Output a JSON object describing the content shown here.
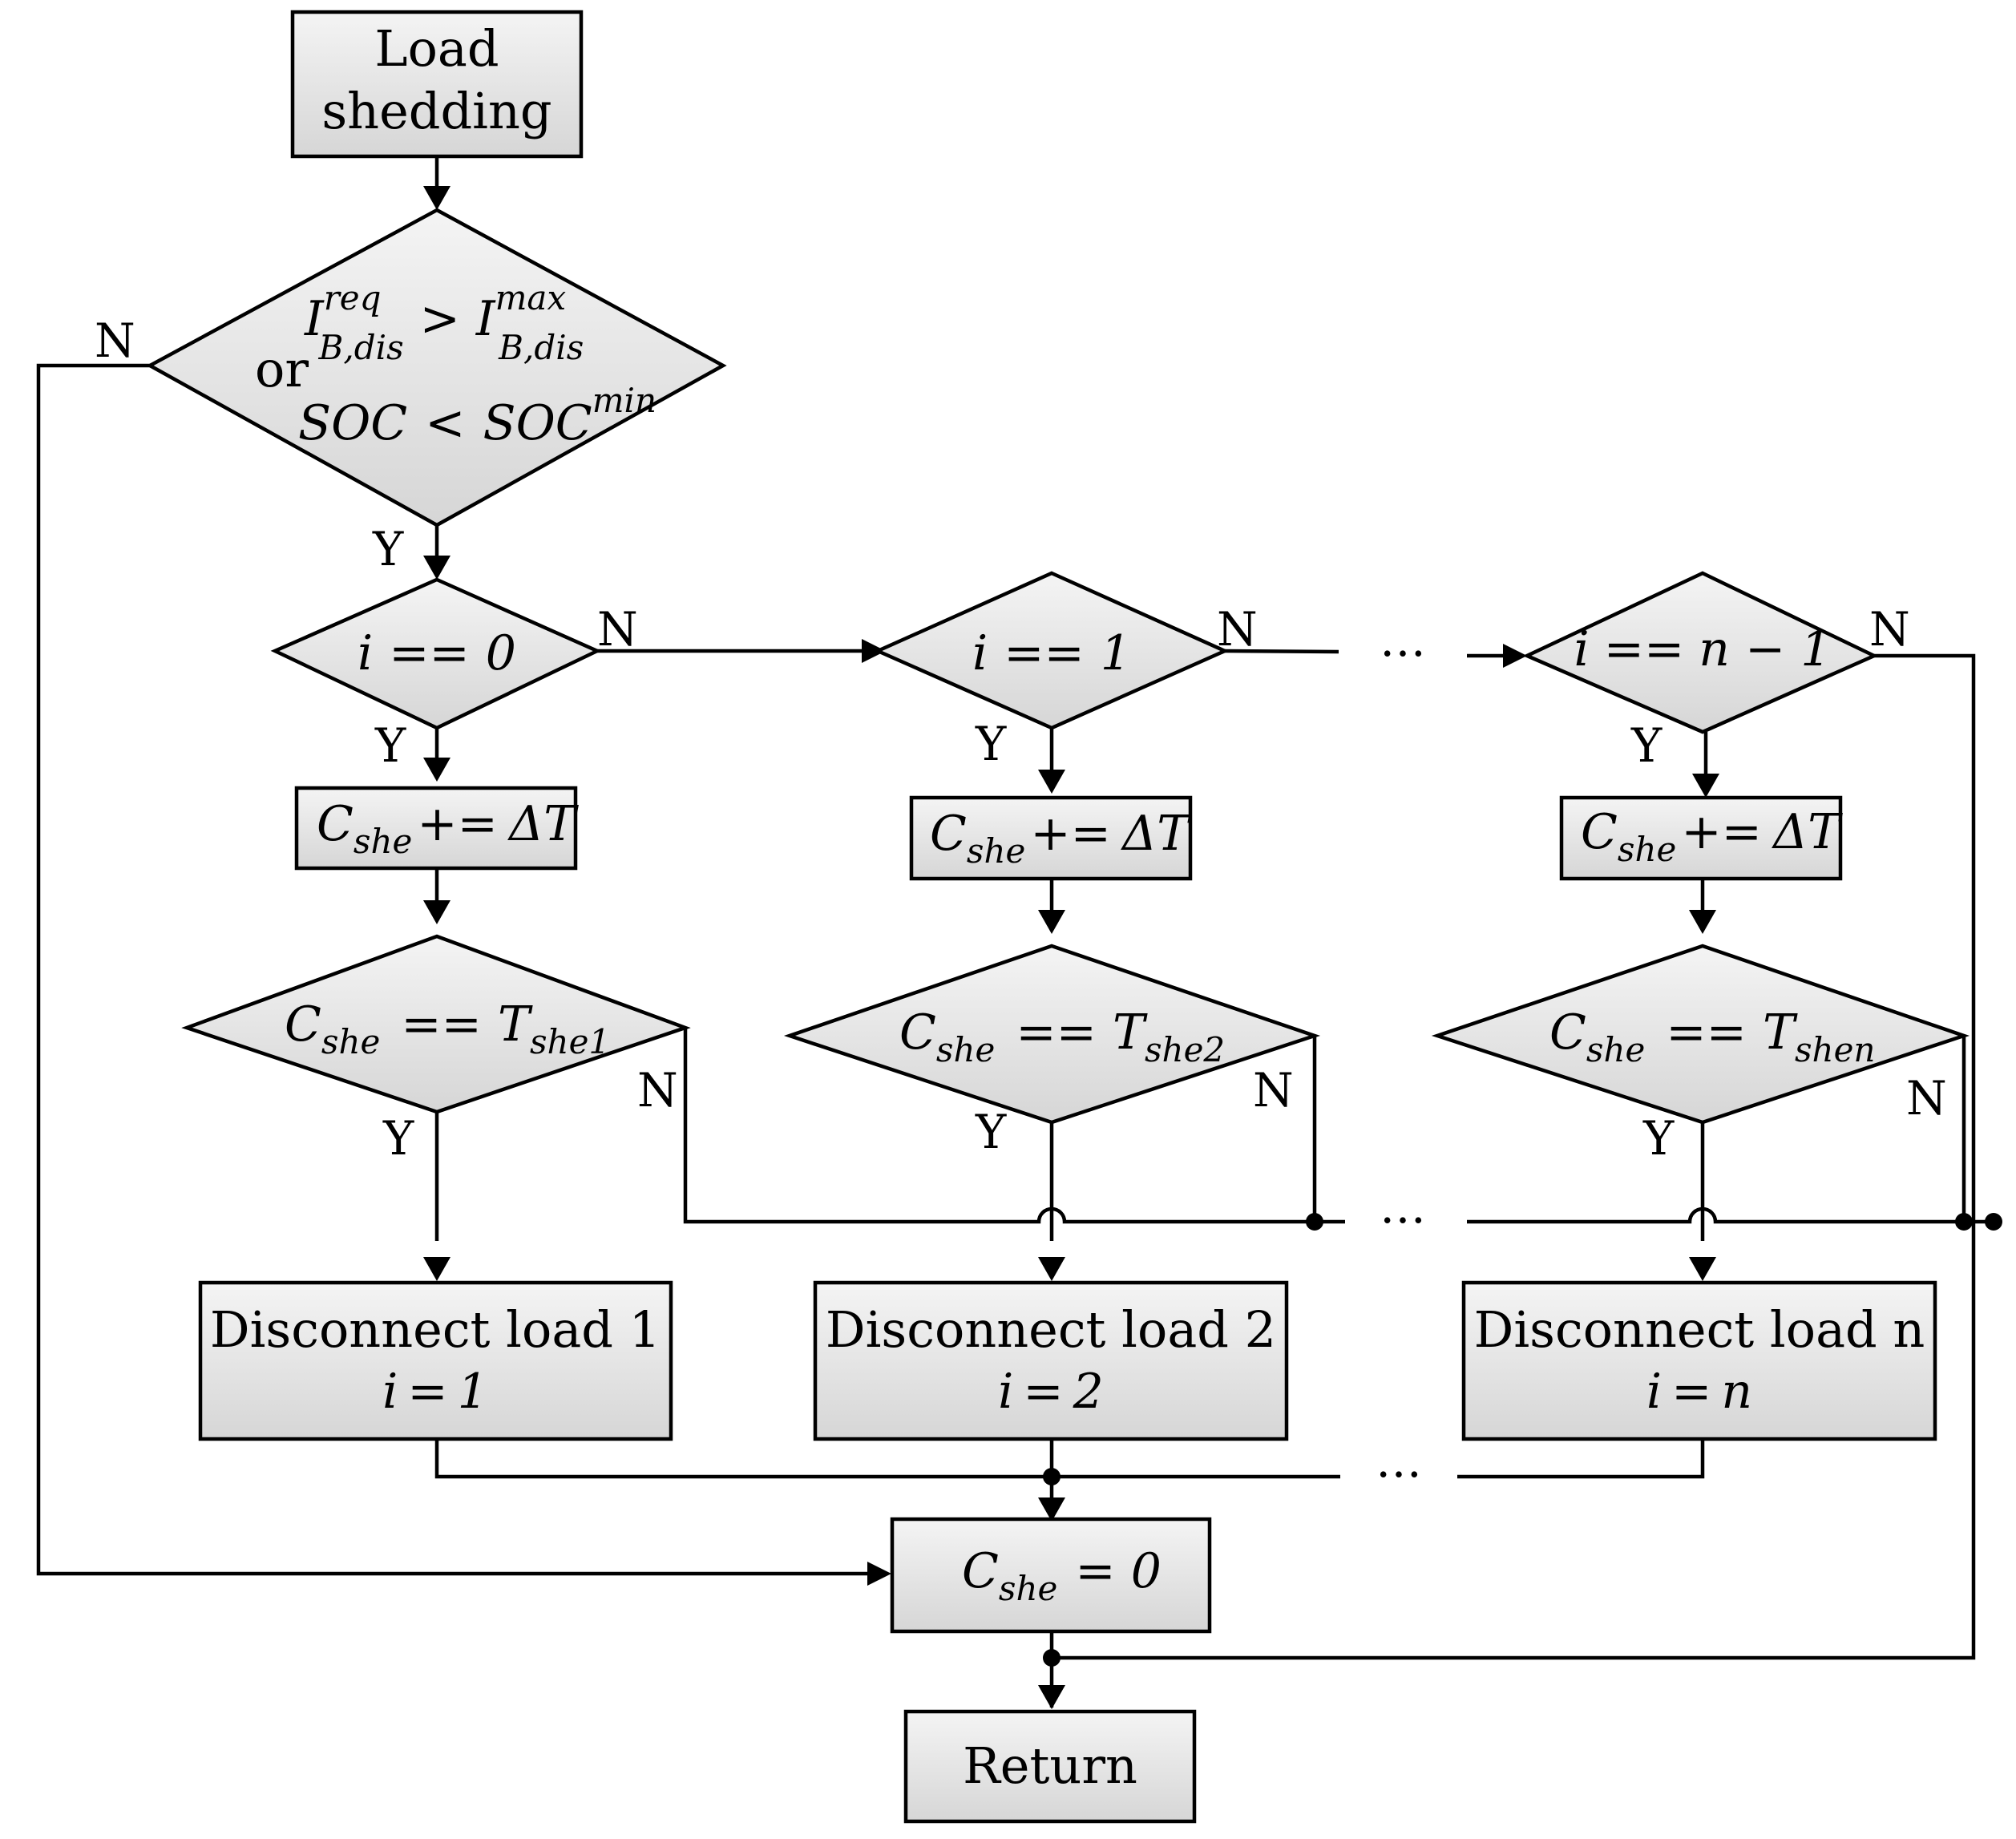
{
  "nodes": {
    "start": {
      "line1": "Load",
      "line2": "shedding"
    },
    "condition": {
      "line1_I": "I",
      "line1_sup_left": "req",
      "line1_sub_left": "B,dis",
      "line1_op": ">",
      "line1_I2": "I",
      "line1_sup_right": "max",
      "line1_sub_right": "B,dis",
      "line2": "or",
      "line3_left": "SOC",
      "line3_op": "<",
      "line3_right": "SOC",
      "line3_sup": "min"
    },
    "check_0": {
      "var": "i",
      "op": "==",
      "val": "0"
    },
    "check_1": {
      "var": "i",
      "op": "==",
      "val": "1"
    },
    "check_n1": {
      "var": "i",
      "op": "==",
      "val": "n − 1"
    },
    "inc_1": {
      "C": "C",
      "sub": "she",
      "op": "+=",
      "rhs": "ΔT"
    },
    "inc_2": {
      "C": "C",
      "sub": "she",
      "op": "+=",
      "rhs": "ΔT"
    },
    "inc_n": {
      "C": "C",
      "sub": "she",
      "op": "+=",
      "rhs": "ΔT"
    },
    "cmp_1": {
      "C": "C",
      "sub": "she",
      "op": "==",
      "T": "T",
      "tsub": "she1"
    },
    "cmp_2": {
      "C": "C",
      "sub": "she",
      "op": "==",
      "T": "T",
      "tsub": "she2"
    },
    "cmp_n": {
      "C": "C",
      "sub": "she",
      "op": "==",
      "T": "T",
      "tsub": "shen"
    },
    "disc_1": {
      "line1": "Disconnect load 1",
      "var": "i",
      "eq": "=",
      "val": "1"
    },
    "disc_2": {
      "line1": "Disconnect load 2",
      "var": "i",
      "eq": "=",
      "val": "2"
    },
    "disc_n": {
      "line1": "Disconnect load n",
      "var": "i",
      "eq": "=",
      "val": "n"
    },
    "reset": {
      "C": "C",
      "sub": "she",
      "op": "= 0"
    },
    "end": {
      "label": "Return"
    }
  },
  "edge_labels": {
    "yes": "Y",
    "no": "N"
  },
  "ellipsis": "…"
}
